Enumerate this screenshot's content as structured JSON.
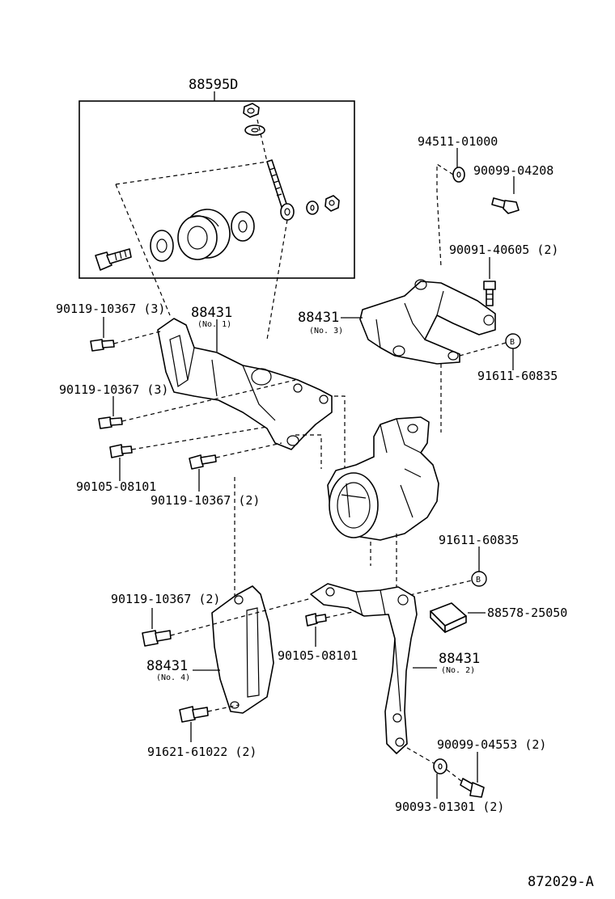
{
  "diagram": {
    "labels": {
      "assembly_88595D": "88595D",
      "washer_94511": "94511-01000",
      "bolt_90099_04208": "90099-04208",
      "bolt_90091": "90091-40605 (2)",
      "bracket_no3_part": "88431",
      "bracket_no3_sub": "(No. 3)",
      "ref_b_top_num": "91611-60835",
      "ref_b_top_mark": "B",
      "bolt_90119_a": "90119-10367 (3)",
      "bracket_no1_part": "88431",
      "bracket_no1_sub": "(No. 1)",
      "bolt_90119_b": "90119-10367 (3)",
      "bolt_90105_left": "90105-08101",
      "bolt_90119_c": "90119-10367 (2)",
      "ref_b_bottom_num": "91611-60835",
      "ref_b_bottom_mark": "B",
      "bolt_90119_d": "90119-10367 (2)",
      "spacer_88578": "88578-25050",
      "bracket_no4_part": "88431",
      "bracket_no4_sub": "(No. 4)",
      "bolt_90105_right": "90105-08101",
      "bracket_no2_part": "88431",
      "bracket_no2_sub": "(No. 2)",
      "bolt_90099_04553": "90099-04553 (2)",
      "bolt_91621": "91621-61022 (2)",
      "washer_90093": "90093-01301 (2)",
      "figure_code": "872029-A"
    }
  }
}
